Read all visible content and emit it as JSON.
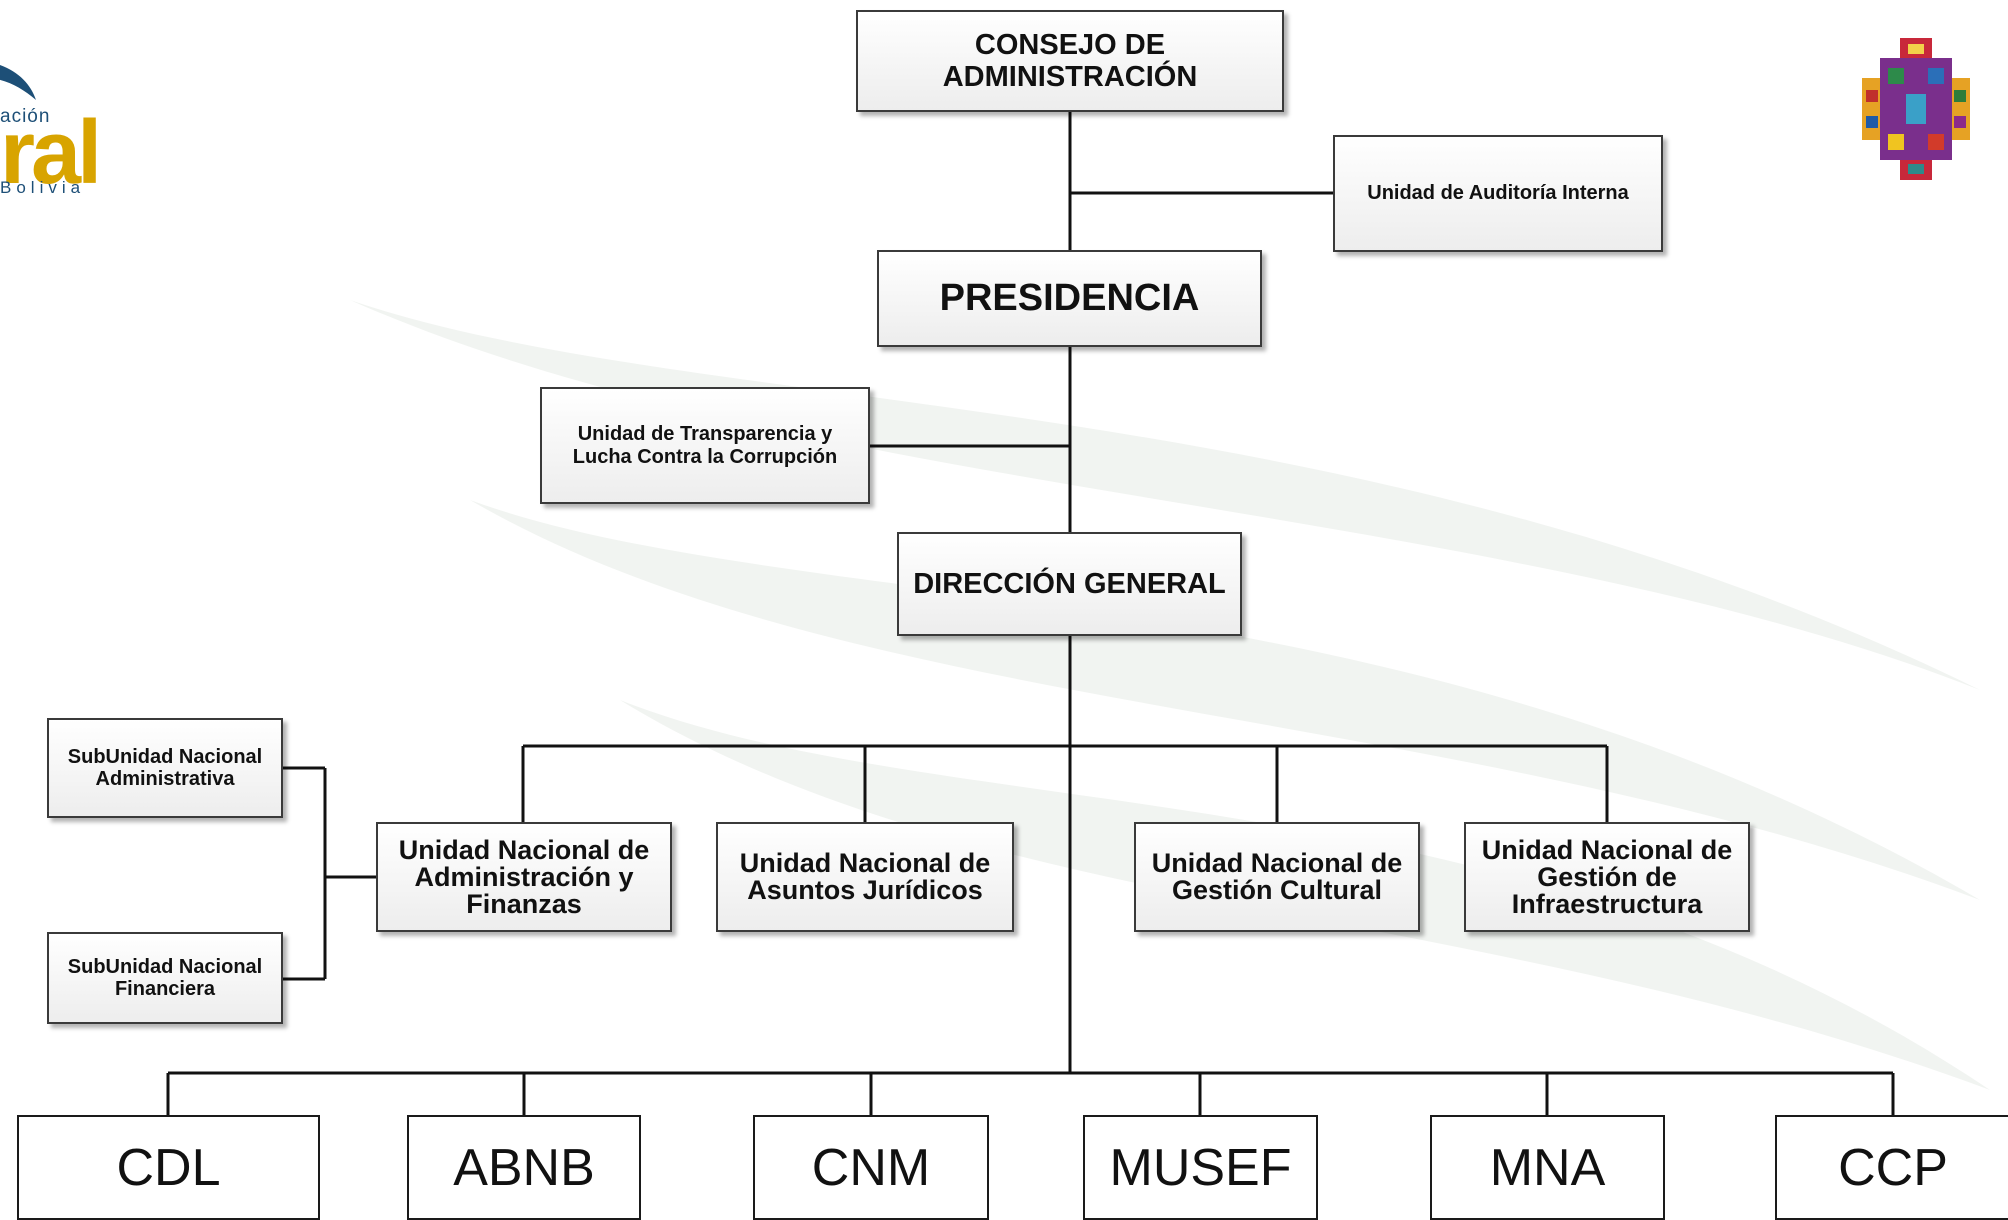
{
  "logo_left": {
    "line1": "ación",
    "line2": "ral",
    "line3": "Bolivia"
  },
  "org": {
    "consejo": "CONSEJO DE ADMINISTRACIÓN",
    "auditoria": "Unidad de Auditoría Interna",
    "presidencia": "PRESIDENCIA",
    "transparencia": "Unidad de Transparencia y Lucha Contra la Corrupción",
    "direccion": "DIRECCIÓN GENERAL",
    "sub_administrativa": "SubUnidad Nacional Administrativa",
    "sub_financiera": "SubUnidad Nacional Financiera",
    "admin_finanzas": "Unidad Nacional de Administración y Finanzas",
    "juridicos": "Unidad Nacional de Asuntos Jurídicos",
    "cultural": "Unidad Nacional de Gestión Cultural",
    "infraestructura": "Unidad Nacional de Gestión de Infraestructura",
    "entities": [
      "CDL",
      "ABNB",
      "CNM",
      "MUSEF",
      "MNA",
      "CCP"
    ]
  },
  "colors": {
    "line": "#111111",
    "logo_gold": "#d8a400",
    "logo_blue": "#1d4f77"
  }
}
